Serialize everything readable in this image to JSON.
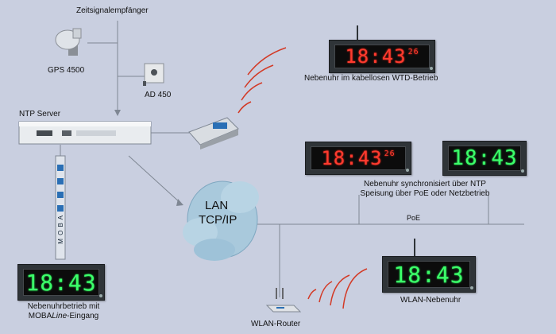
{
  "labels": {
    "receiver_title": "Zeitsignalempfänger",
    "gps": "GPS 4500",
    "ad450": "AD 450",
    "ntp_server": "NTP Server",
    "wtd_clock": "Nebenuhr im kabellosen WTD-Betrieb",
    "ntp_sync_line1": "Nebenuhr synchronisiert über NTP",
    "ntp_sync_line2": "Speisung über PoE oder Netzbetrieb",
    "poe": "PoE",
    "lan_line1": "LAN",
    "lan_line2": "TCP/IP",
    "moba_line1": "Nebenuhrbetrieb mit",
    "moba_line2_pre": "MOBA",
    "moba_line2_italic": "Line",
    "moba_line2_post": "-Eingang",
    "wlan_router": "WLAN-Router",
    "wlan_clock": "WLAN-Nebenuhr",
    "moba_vertical": "M O B A"
  },
  "clocks": {
    "top_red": {
      "time": "18:43",
      "seconds": "26"
    },
    "mid_red": {
      "time": "18:43",
      "seconds": "26"
    },
    "mid_green": {
      "time": "18:43"
    },
    "wlan_green": {
      "time": "18:43"
    },
    "moba_green": {
      "time": "18:43"
    }
  },
  "colors": {
    "background": "#c9cfe0",
    "line": "#7f8793",
    "red_digits": "#ff3b2f",
    "green_digits": "#3cff6a",
    "wave": "#d33a26",
    "cloud": "#a9c9dc"
  }
}
